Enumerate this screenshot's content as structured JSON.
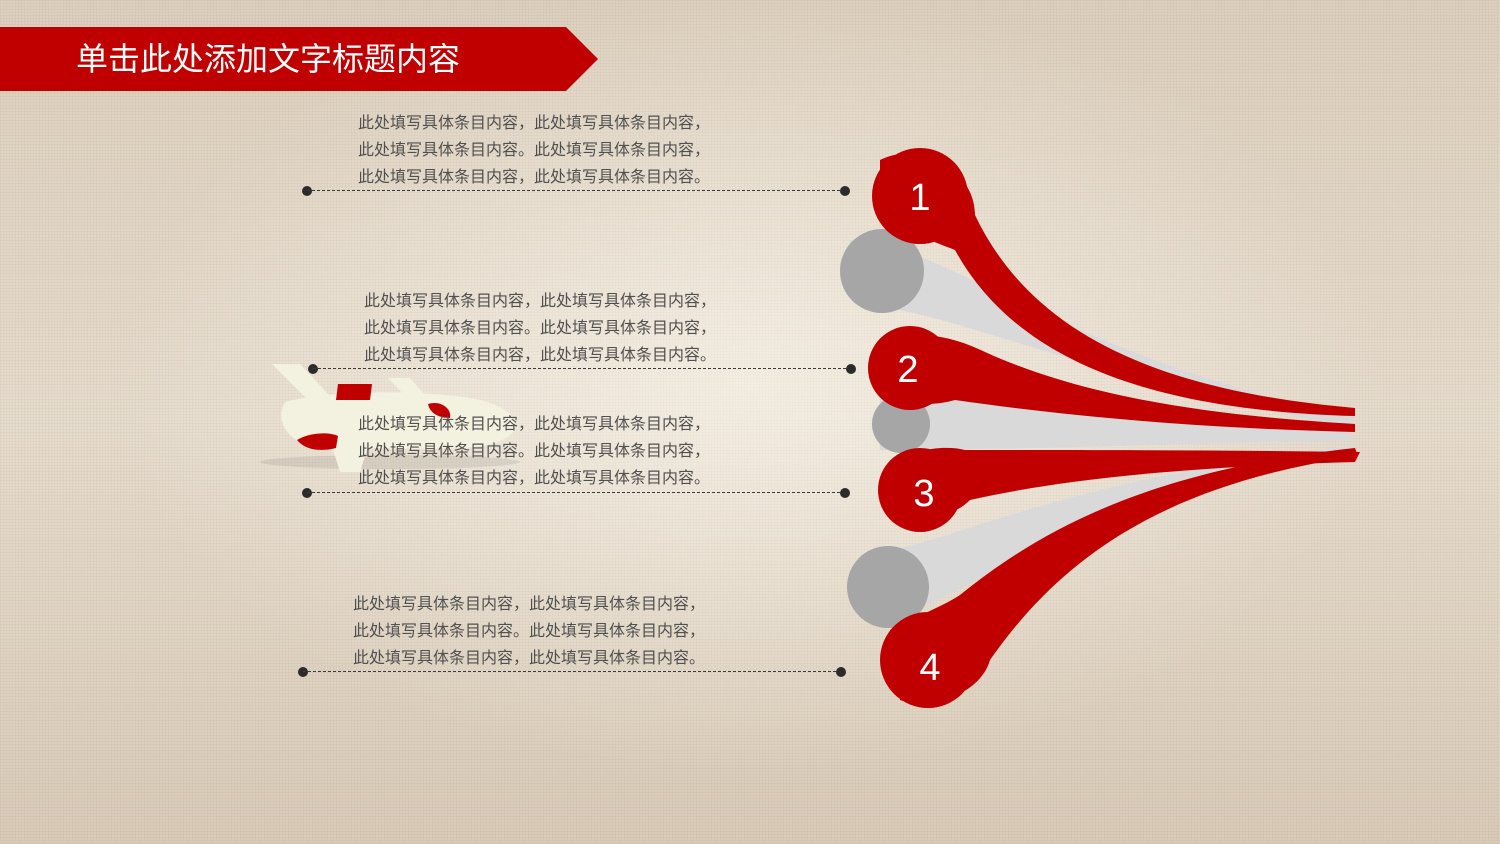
{
  "title": "单击此处添加文字标题内容",
  "items": [
    {
      "number": "1",
      "lines": [
        "此处填写具体条目内容，此处填写具体条目内容，",
        "此处填写具体条目内容。此处填写具体条目内容，",
        "此处填写具体条目内容，此处填写具体条目内容。"
      ]
    },
    {
      "number": "2",
      "lines": [
        "此处填写具体条目内容，此处填写具体条目内容，",
        "此处填写具体条目内容。此处填写具体条目内容，",
        "此处填写具体条目内容，此处填写具体条目内容。"
      ]
    },
    {
      "number": "3",
      "lines": [
        "此处填写具体条目内容，此处填写具体条目内容，",
        "此处填写具体条目内容。此处填写具体条目内容，",
        "此处填写具体条目内容，此处填写具体条目内容。"
      ]
    },
    {
      "number": "4",
      "lines": [
        "此处填写具体条目内容，此处填写具体条目内容，",
        "此处填写具体条目内容。此处填写具体条目内容，",
        "此处填写具体条目内容，此处填写具体条目内容。"
      ]
    }
  ],
  "colors": {
    "accent": "#c00000",
    "gray_stream": "#d9d9d9",
    "gray_circle": "#a6a6a6",
    "plane_body": "#f3f1df",
    "text": "#505050"
  },
  "icons": {
    "plane": "airplane-icon"
  }
}
